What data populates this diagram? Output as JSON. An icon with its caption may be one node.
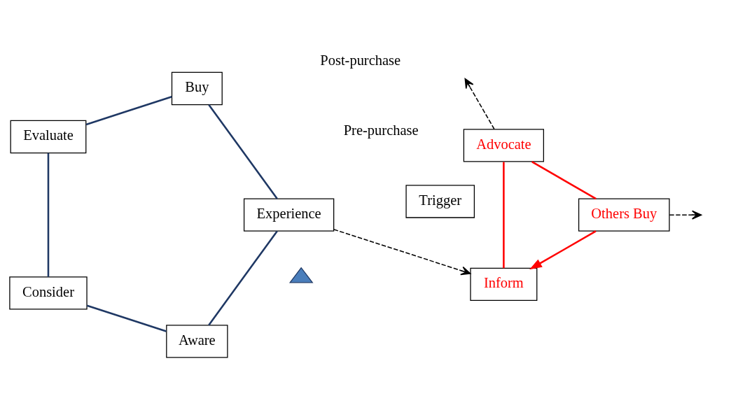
{
  "diagram": {
    "nodes": [
      {
        "text": [
          "Evaluate"
        ]
      },
      {
        "text": [
          "Consider"
        ]
      },
      {
        "text": [
          "Buy"
        ]
      },
      {
        "text": [
          "Advocate"
        ]
      },
      {
        "text": [
          "Others Buy"
        ]
      },
      {
        "text": [
          "Inform"
        ]
      },
      {
        "text": [
          "Aware"
        ]
      },
      {
        "text": [
          "Experience"
        ]
      },
      {
        "text": [
          "Trigger"
        ]
      },
      {
        "text": [],
        "shape": "triangle"
      }
    ],
    "edges": [
      {
        "from": 0,
        "to": 2,
        "arrow": "none"
      },
      {
        "from": 2,
        "to": 7,
        "arrow": "none"
      },
      {
        "from": 7,
        "to": 6,
        "arrow": "none"
      },
      {
        "from": 6,
        "to": 1,
        "arrow": "none"
      },
      {
        "from": 1,
        "to": 0,
        "arrow": "none"
      },
      {
        "from": 3,
        "to": 4,
        "arrow": "none",
        "color": "#ff0000"
      },
      {
        "from": 4,
        "to": 5,
        "arrow": "to",
        "color": "#ff0000"
      },
      {
        "from": 5,
        "to": 3,
        "arrow": "none",
        "color": "#ff0000"
      },
      {
        "from": 4,
        "to": null,
        "arrow": "to",
        "style": "dashed",
        "color": "#000000"
      },
      {
        "from": 3,
        "to": null,
        "arrow": "to",
        "style": "dashed",
        "color": "#000000"
      },
      {
        "from": 7,
        "to": 5,
        "arrow": "to",
        "style": "dashed",
        "color": "#000000"
      }
    ],
    "labels": [
      "Pre-purchase",
      "Post-purchase"
    ]
  }
}
